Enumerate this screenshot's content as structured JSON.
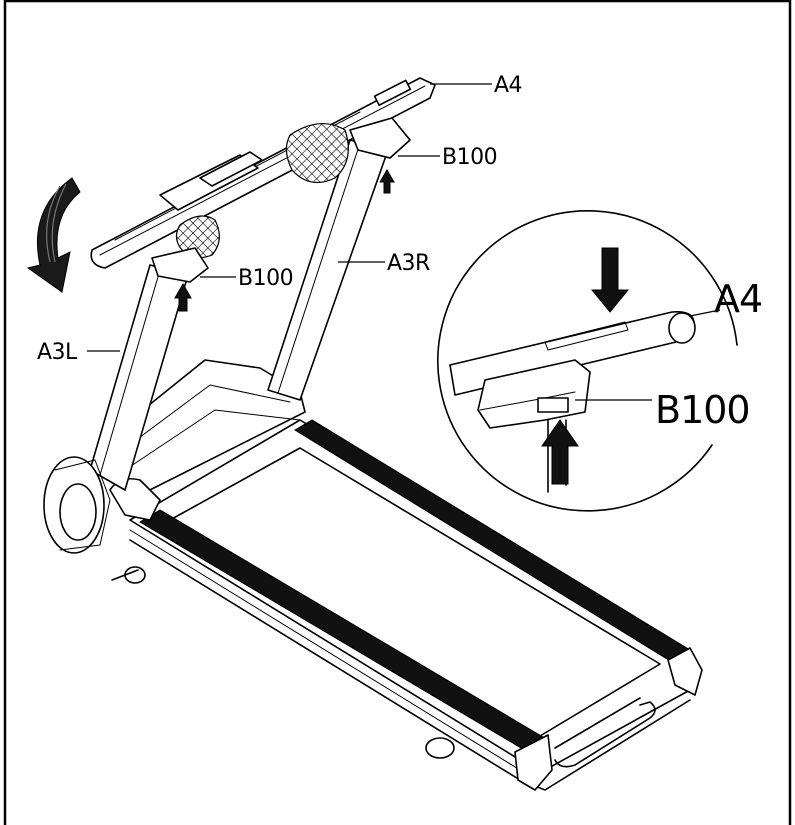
{
  "figure": {
    "labels": {
      "a4_main": "A4",
      "b100_right": "B100",
      "b100_left": "B100",
      "a3r": "A3R",
      "a3l": "A3L",
      "a4_detail": "A4",
      "b100_detail": "B100"
    },
    "colors": {
      "line": "#000000",
      "background": "#ffffff",
      "belt": "#111111"
    },
    "icons": [
      "rotate-arrow-icon",
      "up-arrow-icon",
      "down-arrow-icon"
    ]
  }
}
